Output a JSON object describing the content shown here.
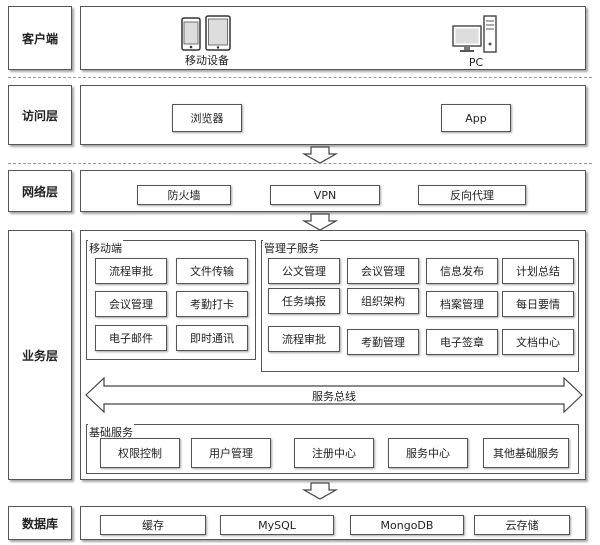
{
  "layers": {
    "client": "客户端",
    "access": "访问层",
    "network": "网络层",
    "business": "业务层",
    "database": "数据库"
  },
  "client": {
    "mobile_label": "移动设备",
    "pc_label": "PC"
  },
  "access": {
    "browser": "浏览器",
    "app": "App"
  },
  "network": {
    "firewall": "防火墙",
    "vpn": "VPN",
    "proxy": "反向代理"
  },
  "mobile_group": {
    "title": "移动端",
    "items": [
      "流程审批",
      "文件传输",
      "会议管理",
      "考勤打卡",
      "电子邮件",
      "即时通讯"
    ]
  },
  "mgmt_group": {
    "title": "管理子服务",
    "items": [
      "公文管理",
      "会议管理",
      "信息发布",
      "计划总结",
      "任务填报",
      "组织架构",
      "档案管理",
      "每日要情",
      "流程审批",
      "考勤管理",
      "电子签章",
      "文档中心"
    ]
  },
  "bus": {
    "label": "服务总线"
  },
  "base_group": {
    "title": "基础服务",
    "items": [
      "权限控制",
      "用户管理",
      "注册中心",
      "服务中心",
      "其他基础服务"
    ]
  },
  "database": {
    "items": [
      "缓存",
      "MySQL",
      "MongoDB",
      "云存储"
    ]
  },
  "icons": {
    "phone": "phone-icon",
    "tablet": "tablet-icon",
    "pc": "desktop-pc-icon",
    "arrow": "down-arrow-icon"
  }
}
